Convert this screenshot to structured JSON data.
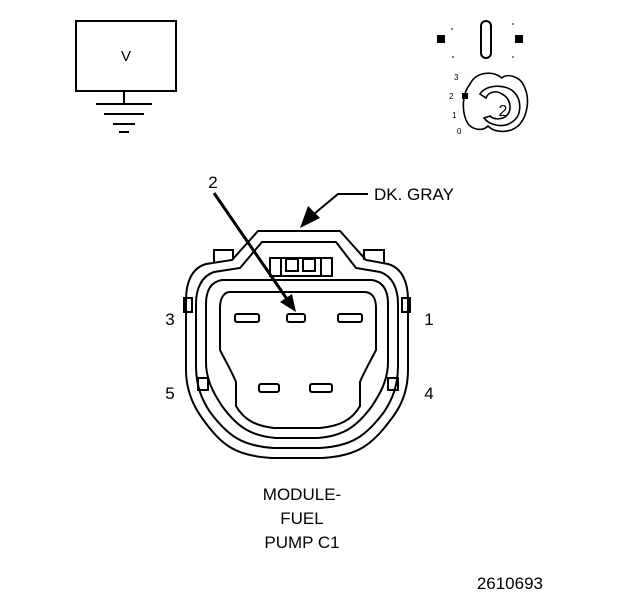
{
  "meter_symbol": {
    "label": "V",
    "icon": "voltmeter-ground-icon"
  },
  "selector_icon": {
    "icon": "multimeter-selector-icon",
    "dial_marks": [
      "3",
      "2",
      "1",
      "0"
    ],
    "selected_value": "2"
  },
  "connector": {
    "color_label": "DK. GRAY",
    "pin_callout": "2",
    "pins": {
      "pin_1": "1",
      "pin_3": "3",
      "pin_4": "4",
      "pin_5": "5"
    },
    "name_lines": [
      "MODULE-",
      "FUEL",
      "PUMP C1"
    ]
  },
  "reference_number": "2610693",
  "colors": {
    "stroke": "#000000",
    "background": "#ffffff"
  }
}
